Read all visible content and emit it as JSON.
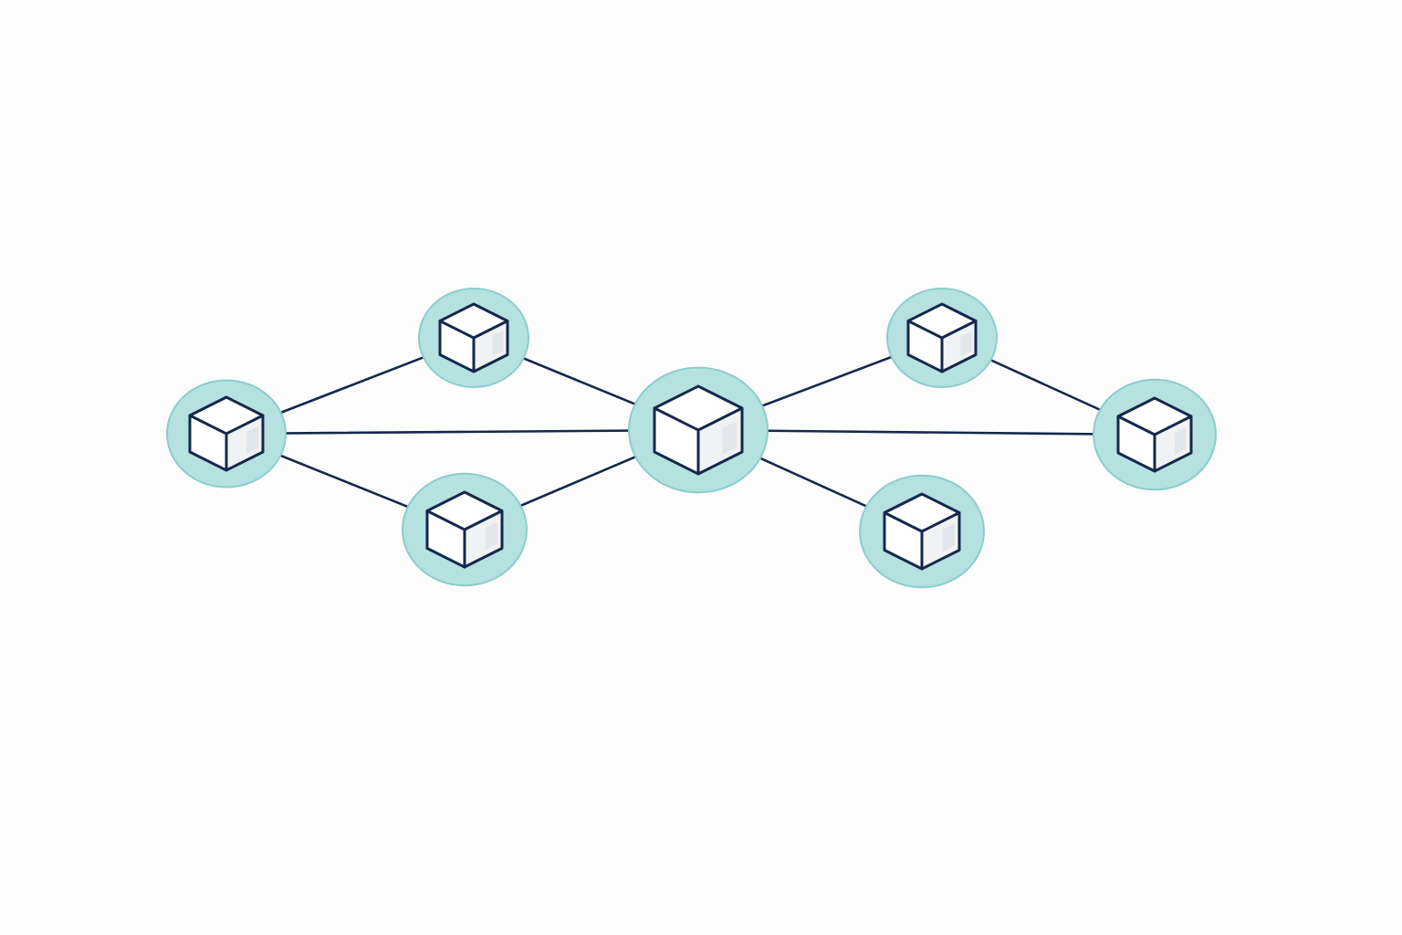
{
  "colors": {
    "background": "#fdfdfd",
    "edge": "#14284b",
    "halo_fill": "#b6e1e1",
    "halo_stroke": "#8ccccc",
    "cube_outline": "#14284b"
  },
  "nodes": [
    {
      "id": "hub",
      "icon": "cube-icon",
      "role": "central"
    },
    {
      "id": "far-left",
      "icon": "cube-icon"
    },
    {
      "id": "upper-left",
      "icon": "cube-icon"
    },
    {
      "id": "lower-left",
      "icon": "cube-icon"
    },
    {
      "id": "upper-right",
      "icon": "cube-icon"
    },
    {
      "id": "lower-right",
      "icon": "cube-icon"
    },
    {
      "id": "far-right",
      "icon": "cube-icon"
    }
  ],
  "edges": [
    [
      "far-left",
      "upper-left"
    ],
    [
      "far-left",
      "hub"
    ],
    [
      "far-left",
      "lower-left"
    ],
    [
      "upper-left",
      "hub"
    ],
    [
      "lower-left",
      "hub"
    ],
    [
      "hub",
      "upper-right"
    ],
    [
      "hub",
      "lower-right"
    ],
    [
      "hub",
      "far-right"
    ],
    [
      "upper-right",
      "far-right"
    ]
  ]
}
